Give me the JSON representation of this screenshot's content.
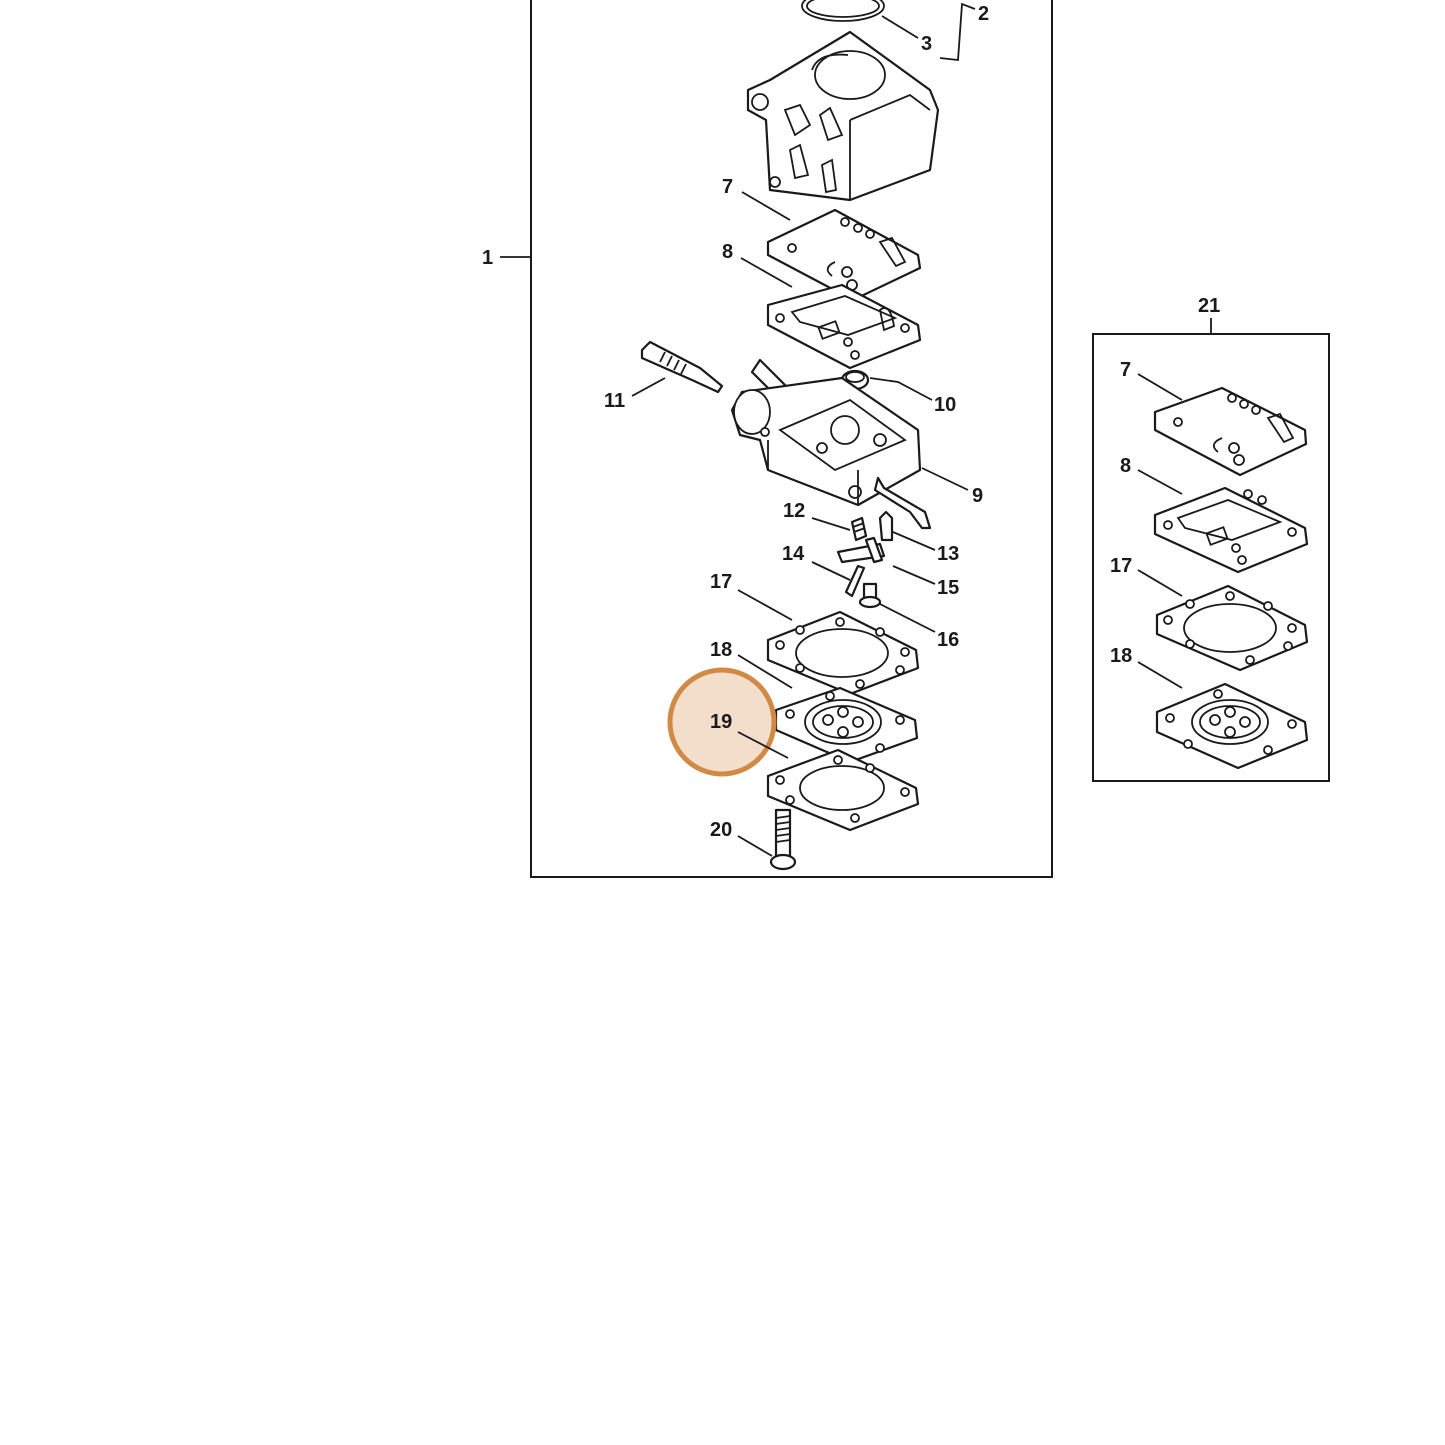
{
  "colors": {
    "highlight": "#d08a45",
    "line": "#1a1a1a",
    "background": "#ffffff"
  },
  "labels": {
    "l1": "1",
    "l2": "2",
    "l3": "3",
    "l7": "7",
    "l8": "8",
    "l9": "9",
    "l10": "10",
    "l11": "11",
    "l12": "12",
    "l13": "13",
    "l14": "14",
    "l15": "15",
    "l16": "16",
    "l17": "17",
    "l18": "18",
    "l19": "19",
    "l20": "20",
    "l21": "21",
    "k7": "7",
    "k8": "8",
    "k17": "17",
    "k18": "18"
  },
  "highlighted_part": "19"
}
